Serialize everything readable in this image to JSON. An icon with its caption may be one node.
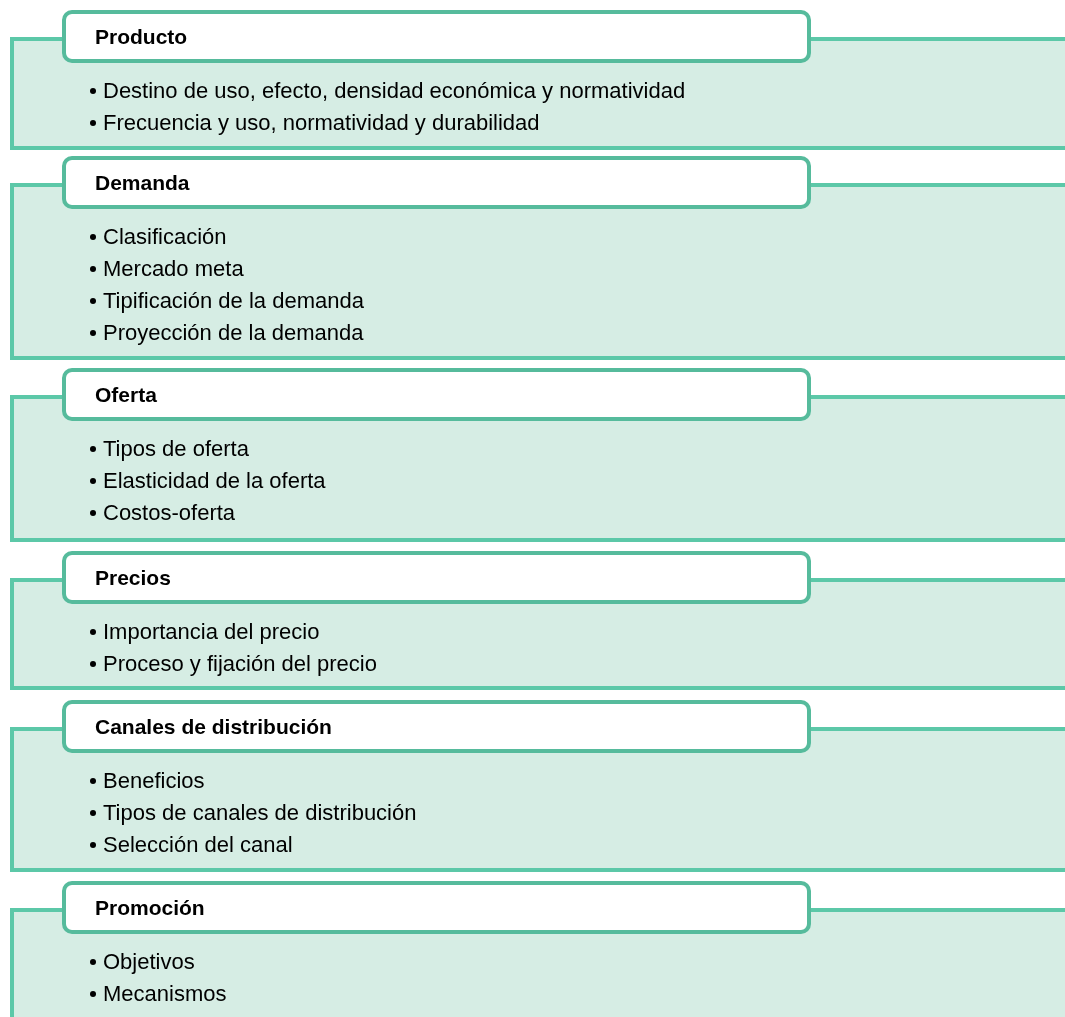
{
  "diagram": {
    "nodes": [
      {
        "text": [
          "Producto",
          "Destino de uso, efecto, densidad económica y normatividad",
          "Frecuencia y uso, normatividad y durabilidad"
        ]
      },
      {
        "text": [
          "Demanda",
          "Clasificación",
          "Mercado meta",
          "Tipificación de la demanda",
          "Proyección de la demanda"
        ]
      },
      {
        "text": [
          "Oferta",
          "Tipos de oferta",
          "Elasticidad de la oferta",
          "Costos-oferta"
        ]
      },
      {
        "text": [
          "Precios",
          "Importancia del precio",
          "Proceso y fijación del precio"
        ]
      },
      {
        "text": [
          "Canales de distribución",
          "Beneficios",
          "Tipos de canales de distribución",
          "Selección del canal"
        ]
      },
      {
        "text": [
          "Promoción",
          "Objetivos",
          "Mecanismos"
        ]
      }
    ]
  }
}
